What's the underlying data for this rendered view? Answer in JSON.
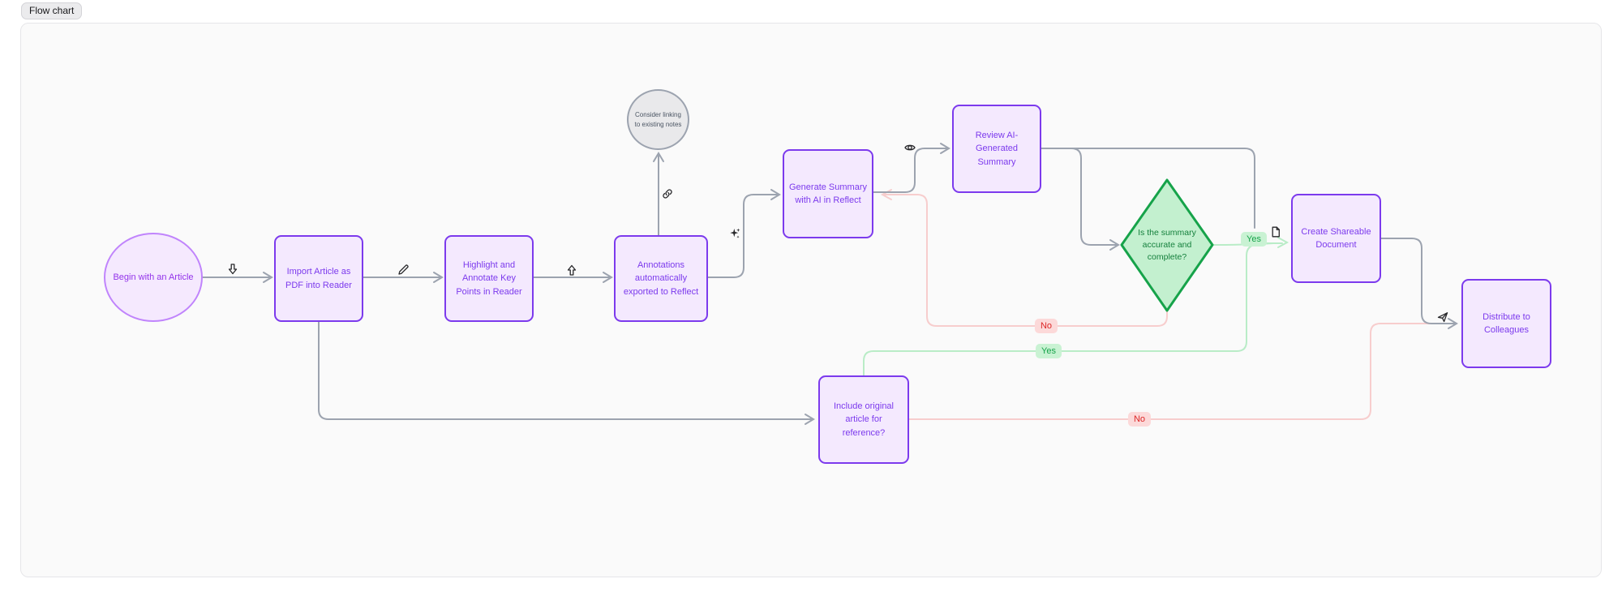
{
  "badge": {
    "label": "Flow chart"
  },
  "nodes": {
    "start": {
      "label": "Begin with an Article",
      "shape": "circle"
    },
    "import": {
      "label": "Import Article as PDF into Reader",
      "shape": "rect"
    },
    "highlight": {
      "label": "Highlight and Annotate Key Points in Reader",
      "shape": "rect"
    },
    "annotations": {
      "label": "Annotations automatically exported  to Reflect",
      "shape": "rect"
    },
    "consider": {
      "label": "Consider linking to existing notes",
      "shape": "circle"
    },
    "generate": {
      "label": "Generate Summary with AI in Reflect",
      "shape": "rect"
    },
    "review": {
      "label": "Review AI-Generated Summary",
      "shape": "rect"
    },
    "decision": {
      "label": "Is the summary accurate and complete?",
      "shape": "diamond"
    },
    "create": {
      "label": "Create Shareable Document",
      "shape": "rect"
    },
    "distribute": {
      "label": "Distribute to Colleagues",
      "shape": "rect"
    },
    "include": {
      "label": "Include original article for reference?",
      "shape": "rect"
    }
  },
  "edge_labels": {
    "decision_yes": "Yes",
    "decision_no": "No",
    "include_yes": "Yes",
    "include_no": "No"
  },
  "icons": {
    "start_import": "download-icon",
    "import_highlight": "pencil-icon",
    "highlight_annotations": "upload-icon",
    "annotations_consider": "link-icon",
    "annotations_generate": "sparkles-icon",
    "generate_review": "eye-icon",
    "decision_create": "file-icon",
    "create_distribute": "send-icon"
  },
  "colors": {
    "node_border": "#7c3aed",
    "node_fill": "#f4e9fe",
    "node_text": "#7c3aed",
    "start_border": "#c084fc",
    "start_text": "#9333ea",
    "note_border": "#9ca3af",
    "note_fill": "#e9e9eb",
    "diamond_border": "#16a34a",
    "diamond_fill": "#c3f0cf",
    "diamond_text": "#15803d",
    "edge_gray": "#9ca3af",
    "edge_pink": "#f7cdcd",
    "edge_green": "#b9ecc7",
    "yes_bg": "#c9f2d3",
    "yes_text": "#16a34a",
    "no_bg": "#fcd9d9",
    "no_text": "#dc2626"
  }
}
